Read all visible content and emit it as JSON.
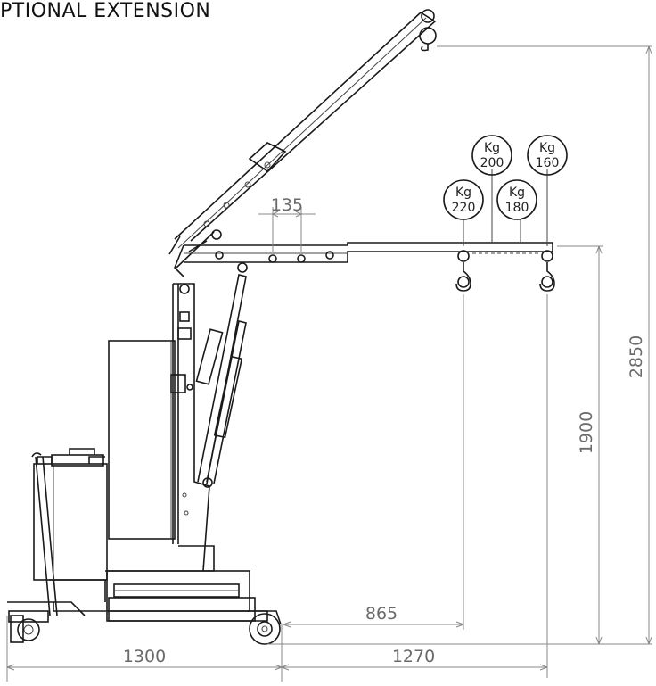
{
  "title": "PTIONAL EXTENSION",
  "dimensions": {
    "total_height": "2850",
    "hook_height": "1900",
    "hole_spacing": "135",
    "reach_offset": "865",
    "base_length": "1300",
    "extension_length": "1270"
  },
  "loads": {
    "unit": "Kg",
    "l200": "200",
    "l160": "160",
    "l220": "220",
    "l180": "180"
  }
}
